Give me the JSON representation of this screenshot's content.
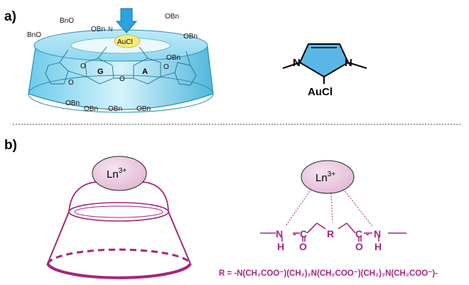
{
  "panel_a": {
    "label": "a)",
    "cd_substituents": [
      "BnO",
      "BnO",
      "OBn",
      "OBn",
      "OBn",
      "OBn",
      "OBn",
      "OBn",
      "OBn",
      "OBn"
    ],
    "ring_labels": [
      "G",
      "A"
    ],
    "top_label": "N",
    "gold_label": "AuCl",
    "o_links": [
      "O",
      "O",
      "O",
      "O"
    ],
    "pointer_icon": "down-arrow-icon",
    "nhc": {
      "n_left": "N",
      "n_right": "N",
      "metal": "AuCl"
    }
  },
  "panel_b": {
    "label": "b)",
    "ln_main": "Ln",
    "ln_charge": "3+",
    "ligand": {
      "n_left": "N",
      "h_left": "H",
      "c_left": "C",
      "o_left": "O",
      "r": "R",
      "c_right": "C",
      "o_right": "O",
      "n_right": "N",
      "h_right": "H"
    },
    "r_definition": "R = -N(CH₂COO⁻)(CH₂)₂N(CH₂COO⁻)(CH₂)₂N(CH₂COO⁻)-"
  },
  "colors": {
    "cyan_light": "#d9f3fb",
    "cyan_mid": "#7fd4ee",
    "cyan_dark": "#36a9cf",
    "gold_yellow": "#f7ec7a",
    "purple": "#a5267f",
    "pink_fill": "#ecc7e2",
    "nhc_fill": "#58b7e6",
    "arrow_blue": "#2aa3df"
  }
}
